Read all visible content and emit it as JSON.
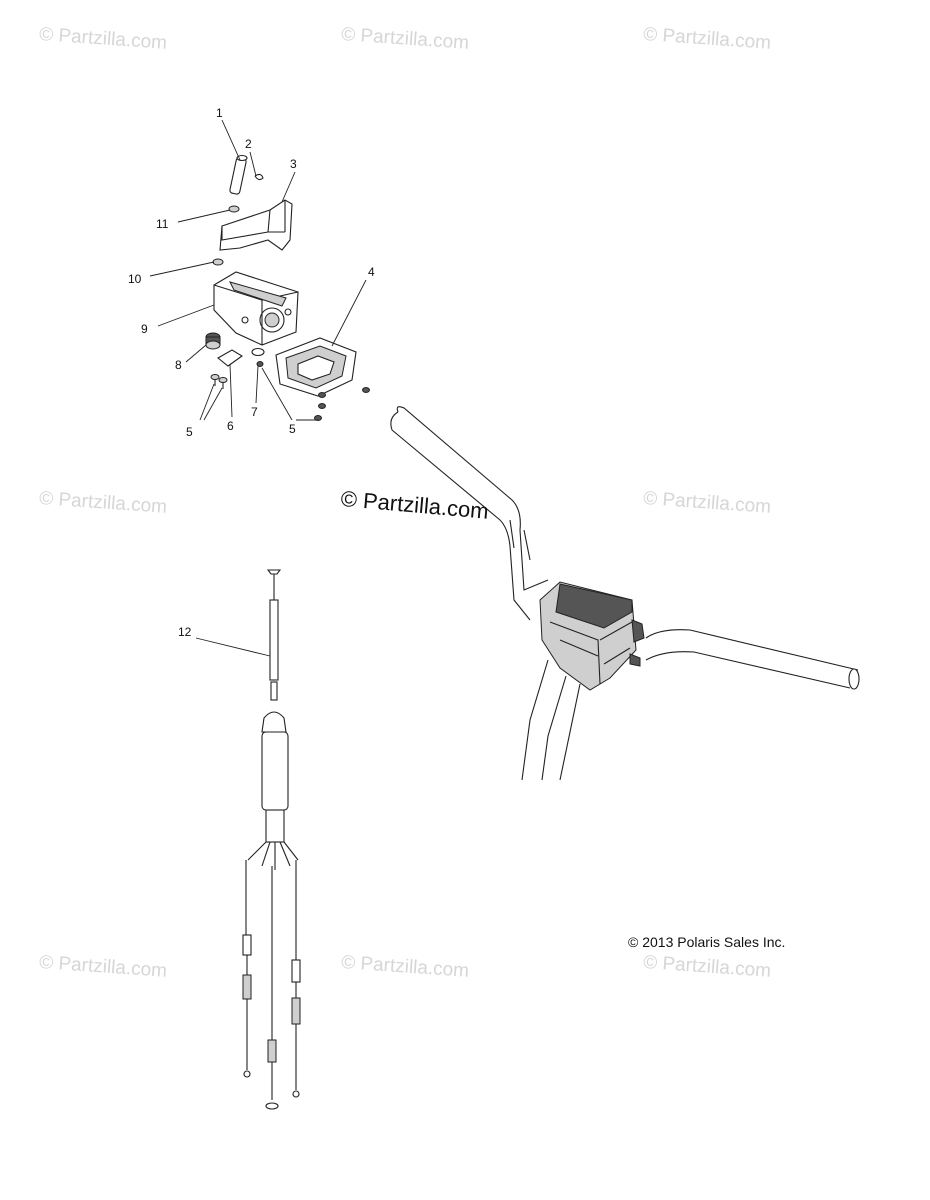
{
  "watermark_text": "© Partzilla.com",
  "center_watermark": "© Partzilla.com",
  "copyright": "© 2013 Polaris Sales Inc.",
  "callouts": [
    "1",
    "2",
    "3",
    "4",
    "5",
    "6",
    "7",
    "8",
    "9",
    "10",
    "11",
    "12",
    "5"
  ]
}
